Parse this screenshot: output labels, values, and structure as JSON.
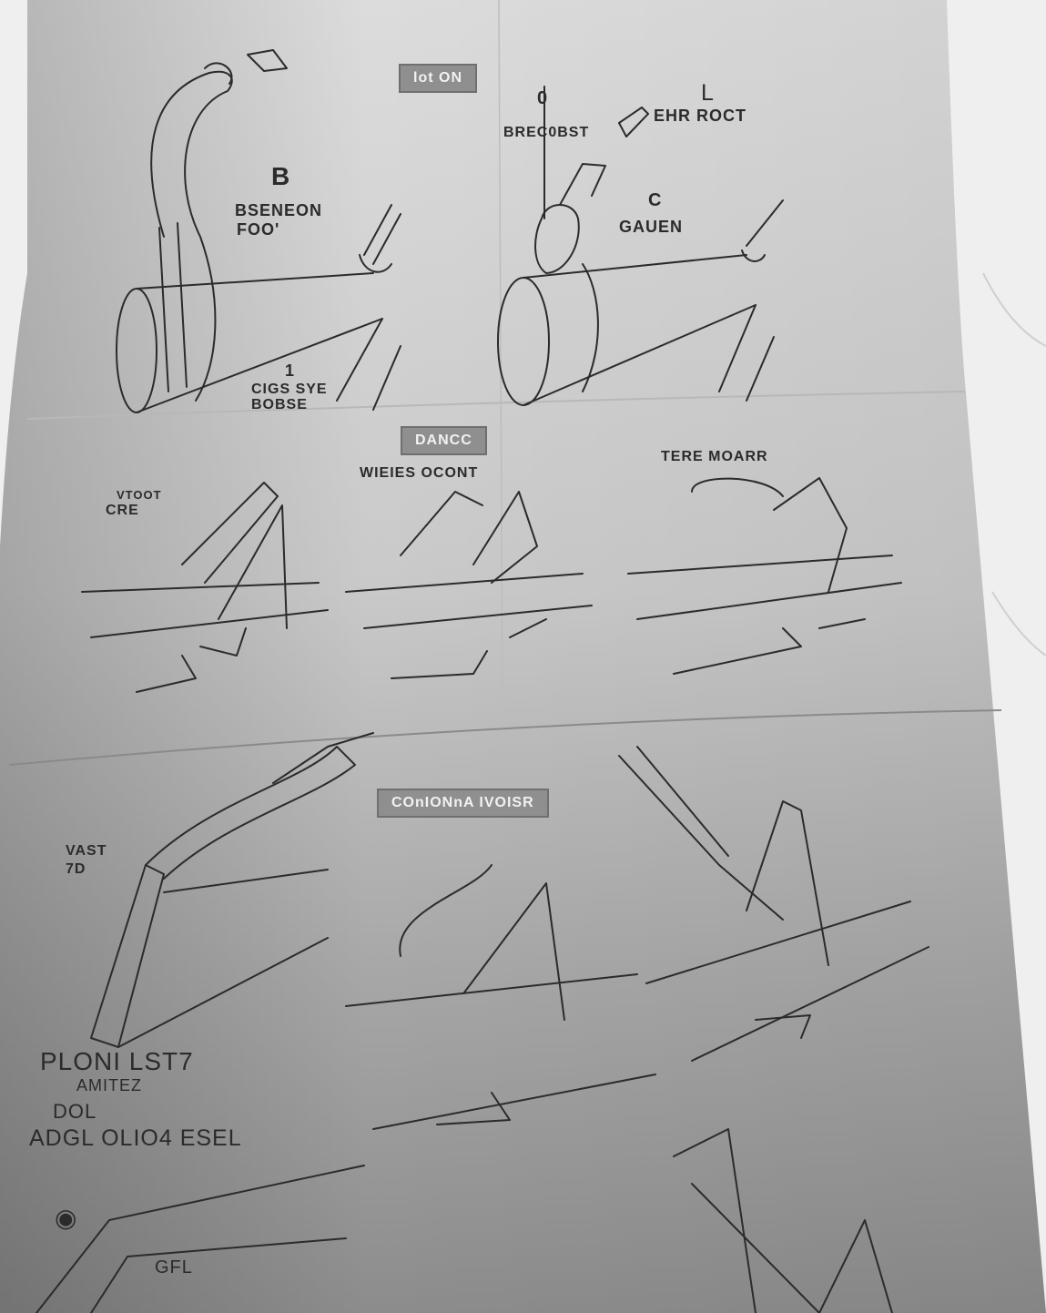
{
  "sections": {
    "section_1_tag": "lot ON",
    "section_2_tag": "DANCC",
    "section_3_tag": "COnIONnA IVOISR"
  },
  "labels": {
    "b_letter": "B",
    "bsenion_line1": "BSENEON",
    "bsenion_line2": "FOO'",
    "numeral_1": "1",
    "cigs_line1": "CIGS SYE",
    "cigs_line2": "BOBSE",
    "zero_mark": "0",
    "l_mark": "L",
    "breconst": "BREC0BST",
    "ehr_root": "EHR ROCT",
    "c_mark": "C",
    "gauen": "GAUEN",
    "root_cre_line1": "VTOOT",
    "root_cre_line2": "CRE",
    "wies_cont": "WIEIES OCONT",
    "tere_moarr": "TERE MOARR",
    "vast_line1": "VAST",
    "vast_line2": "7D",
    "plont": "PLONI  LST7",
    "amitez": "AMITEZ",
    "dol": "DOL",
    "adgl": "ADGL  OLIO4 ESEL",
    "circle_mark": "◉",
    "gfe": "GFL"
  },
  "colors": {
    "paper": "#d9d9d9",
    "ink": "#2b2b2b",
    "tag_bg": "#8f8f8f",
    "background": "#ededed"
  }
}
